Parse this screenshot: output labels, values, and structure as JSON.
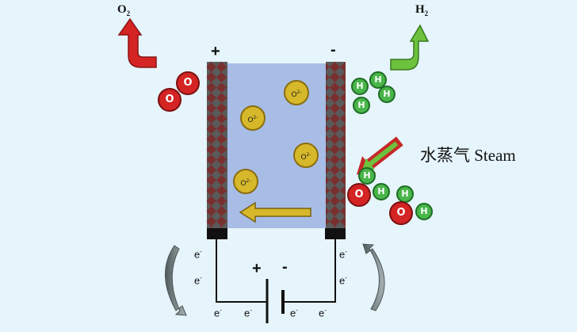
{
  "labels": {
    "oxygen": "O",
    "oxygen_sub": "2",
    "hydrogen": "H",
    "hydrogen_sub": "2",
    "plus_top": "+",
    "minus_top": "-",
    "steam": "水蒸气 Steam",
    "ion_text": "O",
    "ion_charge": "2-",
    "electron": "e",
    "electron_charge": "-",
    "battery_plus": "+",
    "battery_minus": "-",
    "atom_h": "H",
    "atom_o": "O"
  },
  "colors": {
    "background": "#e6f4fb",
    "electrolyte": "#a7bde6",
    "electrode_dark": "#6b2a2a",
    "oxygen_arrow": "#d42424",
    "hydrogen_arrow": "#6cc23c",
    "ion": "#d6b82a",
    "steam_arrow": "#c62828",
    "circuit_arrow": "#7c8a8c"
  }
}
